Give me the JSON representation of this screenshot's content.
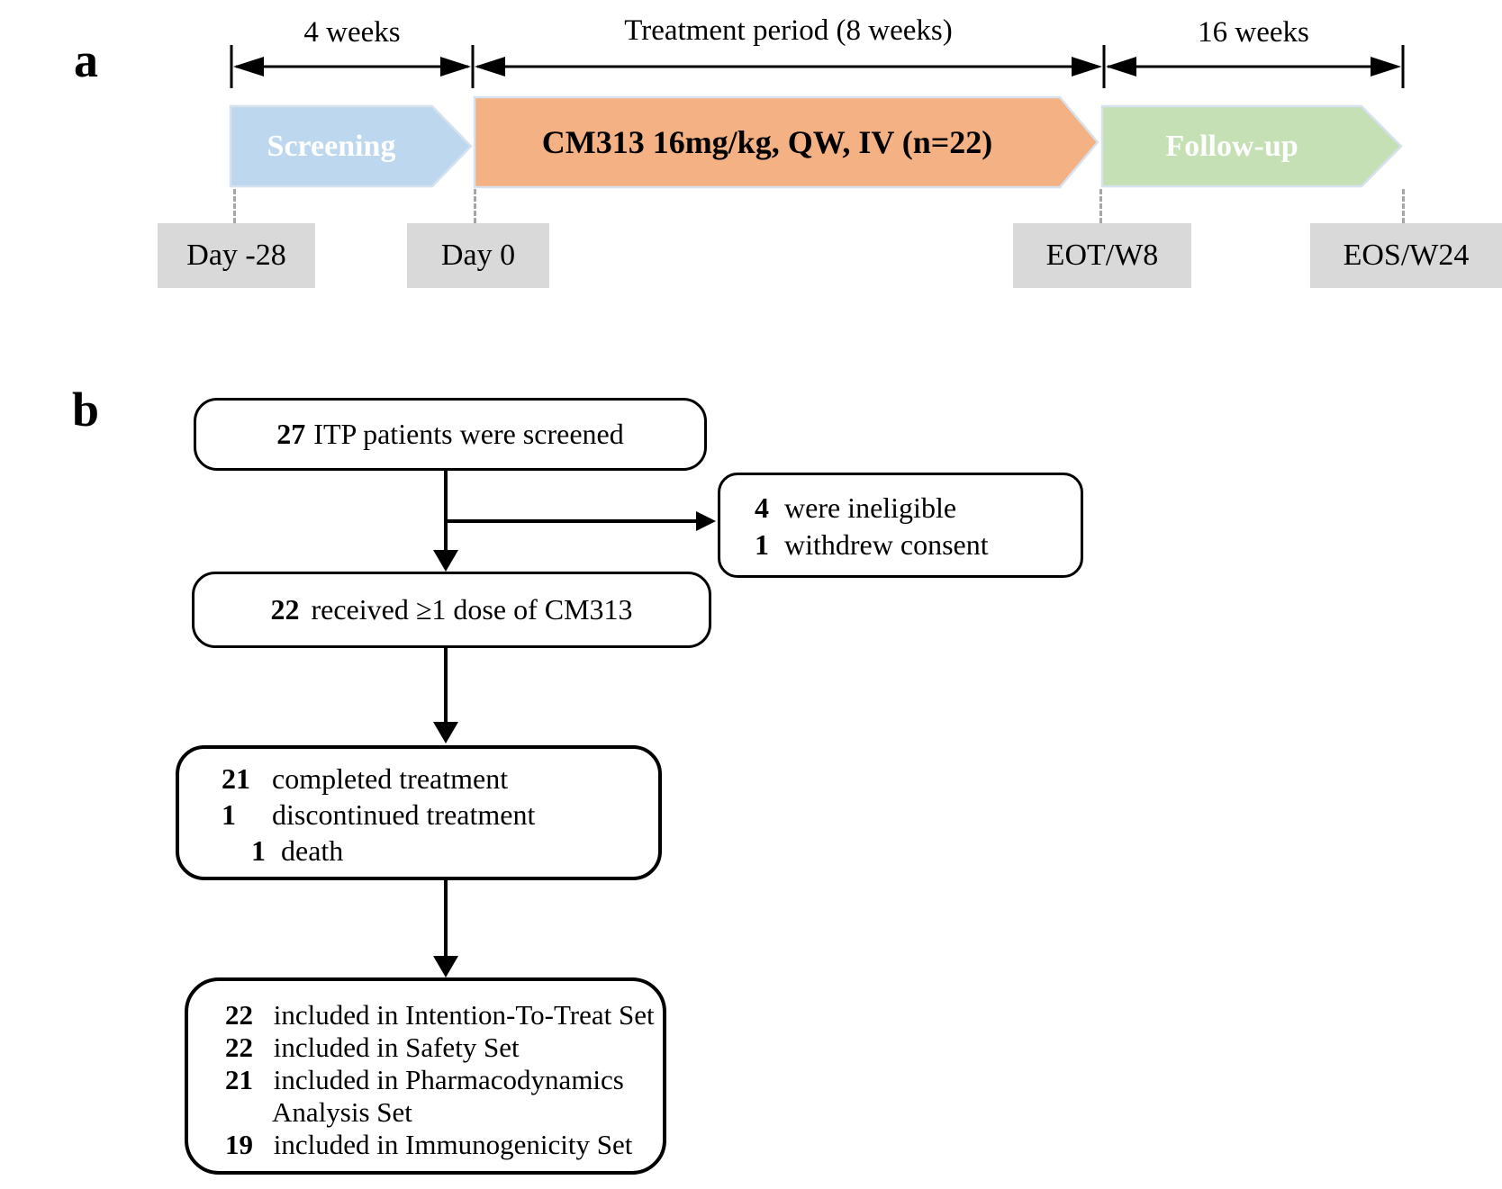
{
  "panel_a": {
    "label": "a",
    "timeline_segments": [
      {
        "label": "4 weeks"
      },
      {
        "label": "Treatment period (8 weeks)"
      },
      {
        "label": "16 weeks"
      }
    ],
    "phases": [
      {
        "label": "Screening",
        "color": "#bdd7ee",
        "text_color": "#ffffff"
      },
      {
        "label": "CM313 16mg/kg, QW, IV (n=22)",
        "color": "#f4b183",
        "text_color": "#000000"
      },
      {
        "label": "Follow-up",
        "color": "#c5e0b4",
        "text_color": "#ffffff"
      }
    ],
    "milestones": [
      {
        "label": "Day -28"
      },
      {
        "label": "Day 0"
      },
      {
        "label": "EOT/W8"
      },
      {
        "label": "EOS/W24"
      }
    ],
    "connector_color": "#a6a6a6",
    "milestone_bg": "#d9d9d9"
  },
  "panel_b": {
    "label": "b",
    "screened_box": {
      "num": "27",
      "text": "ITP patients were screened"
    },
    "excluded_box": {
      "lines": [
        {
          "num": "4",
          "text": "were ineligible"
        },
        {
          "num": "1",
          "text": "withdrew consent"
        }
      ]
    },
    "dosed_box": {
      "num": "22",
      "text": "received ≥1 dose of CM313"
    },
    "treatment_box": {
      "lines": [
        {
          "num": "21",
          "text": "completed treatment"
        },
        {
          "num": "1",
          "text": "discontinued treatment"
        },
        {
          "num": "1",
          "text": "death"
        }
      ]
    },
    "analysis_box": {
      "lines": [
        {
          "num": "22",
          "text": "included in Intention-To-Treat Set"
        },
        {
          "num": "22",
          "text": "included in Safety Set"
        },
        {
          "num": "21",
          "text": "included in Pharmacodynamics"
        },
        {
          "num": "",
          "text": "Analysis Set"
        },
        {
          "num": "19",
          "text": "included in Immunogenicity Set"
        }
      ]
    }
  }
}
